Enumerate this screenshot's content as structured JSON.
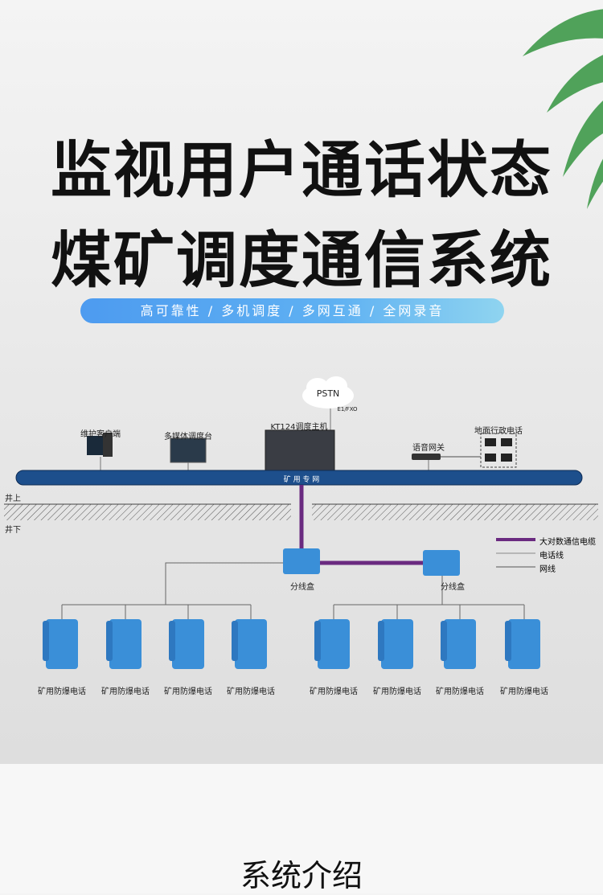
{
  "title_line1": "监视用户通话状态",
  "title_line2": "煤矿调度通信系统",
  "features": "高可靠性 / 多机调度 / 多网互通 / 全网录音",
  "diagram": {
    "pstn": "PSTN",
    "pstn_link": "E1/FXO",
    "host": "KT124调度主机",
    "client": "维护客户端",
    "console": "多媒体调度台",
    "gateway": "语音网关",
    "admin_phones": "地面行政电话",
    "network": "矿 用 专 网",
    "above": "井上",
    "below": "井下",
    "junction": "分线盒",
    "phone": "矿用防爆电话",
    "legend": [
      "大对数通信电缆",
      "电话线",
      "网线"
    ]
  },
  "section_title": "系统介绍",
  "colors": {
    "bus": "#1d4f8c",
    "cable": "#6a2a80",
    "device": "#3a8fd8"
  }
}
